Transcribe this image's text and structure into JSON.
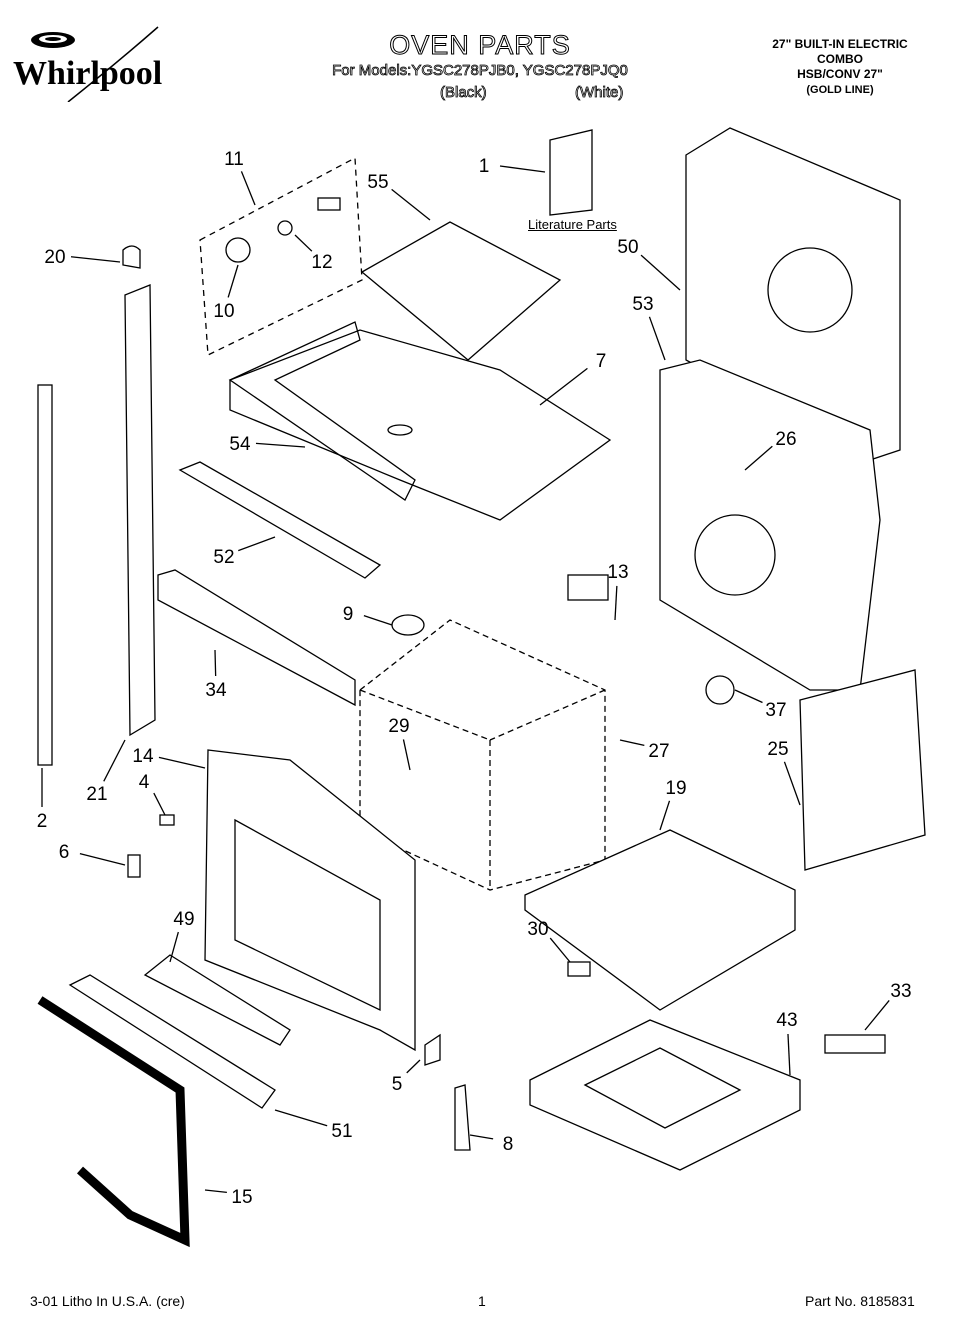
{
  "brand": "Whirlpool",
  "header": {
    "title": "OVEN PARTS",
    "models": "For Models:YGSC278PJB0, YGSC278PJQ0",
    "color_black": "(Black)",
    "color_white": "(White)",
    "product_line1": "27\" BUILT-IN ELECTRIC",
    "product_line2": "COMBO",
    "product_line3": "HSB/CONV 27\"",
    "product_line4": "(GOLD LINE)"
  },
  "literature_label": "Literature Parts",
  "callouts": [
    "1",
    "55",
    "11",
    "12",
    "10",
    "20",
    "50",
    "53",
    "7",
    "54",
    "26",
    "52",
    "13",
    "9",
    "34",
    "37",
    "29",
    "27",
    "14",
    "25",
    "21",
    "4",
    "2",
    "19",
    "6",
    "49",
    "30",
    "33",
    "43",
    "5",
    "51",
    "8",
    "15"
  ],
  "footer": {
    "left": "3-01 Litho In U.S.A. (cre)",
    "page": "1",
    "part_no": "Part No. 8185831"
  }
}
